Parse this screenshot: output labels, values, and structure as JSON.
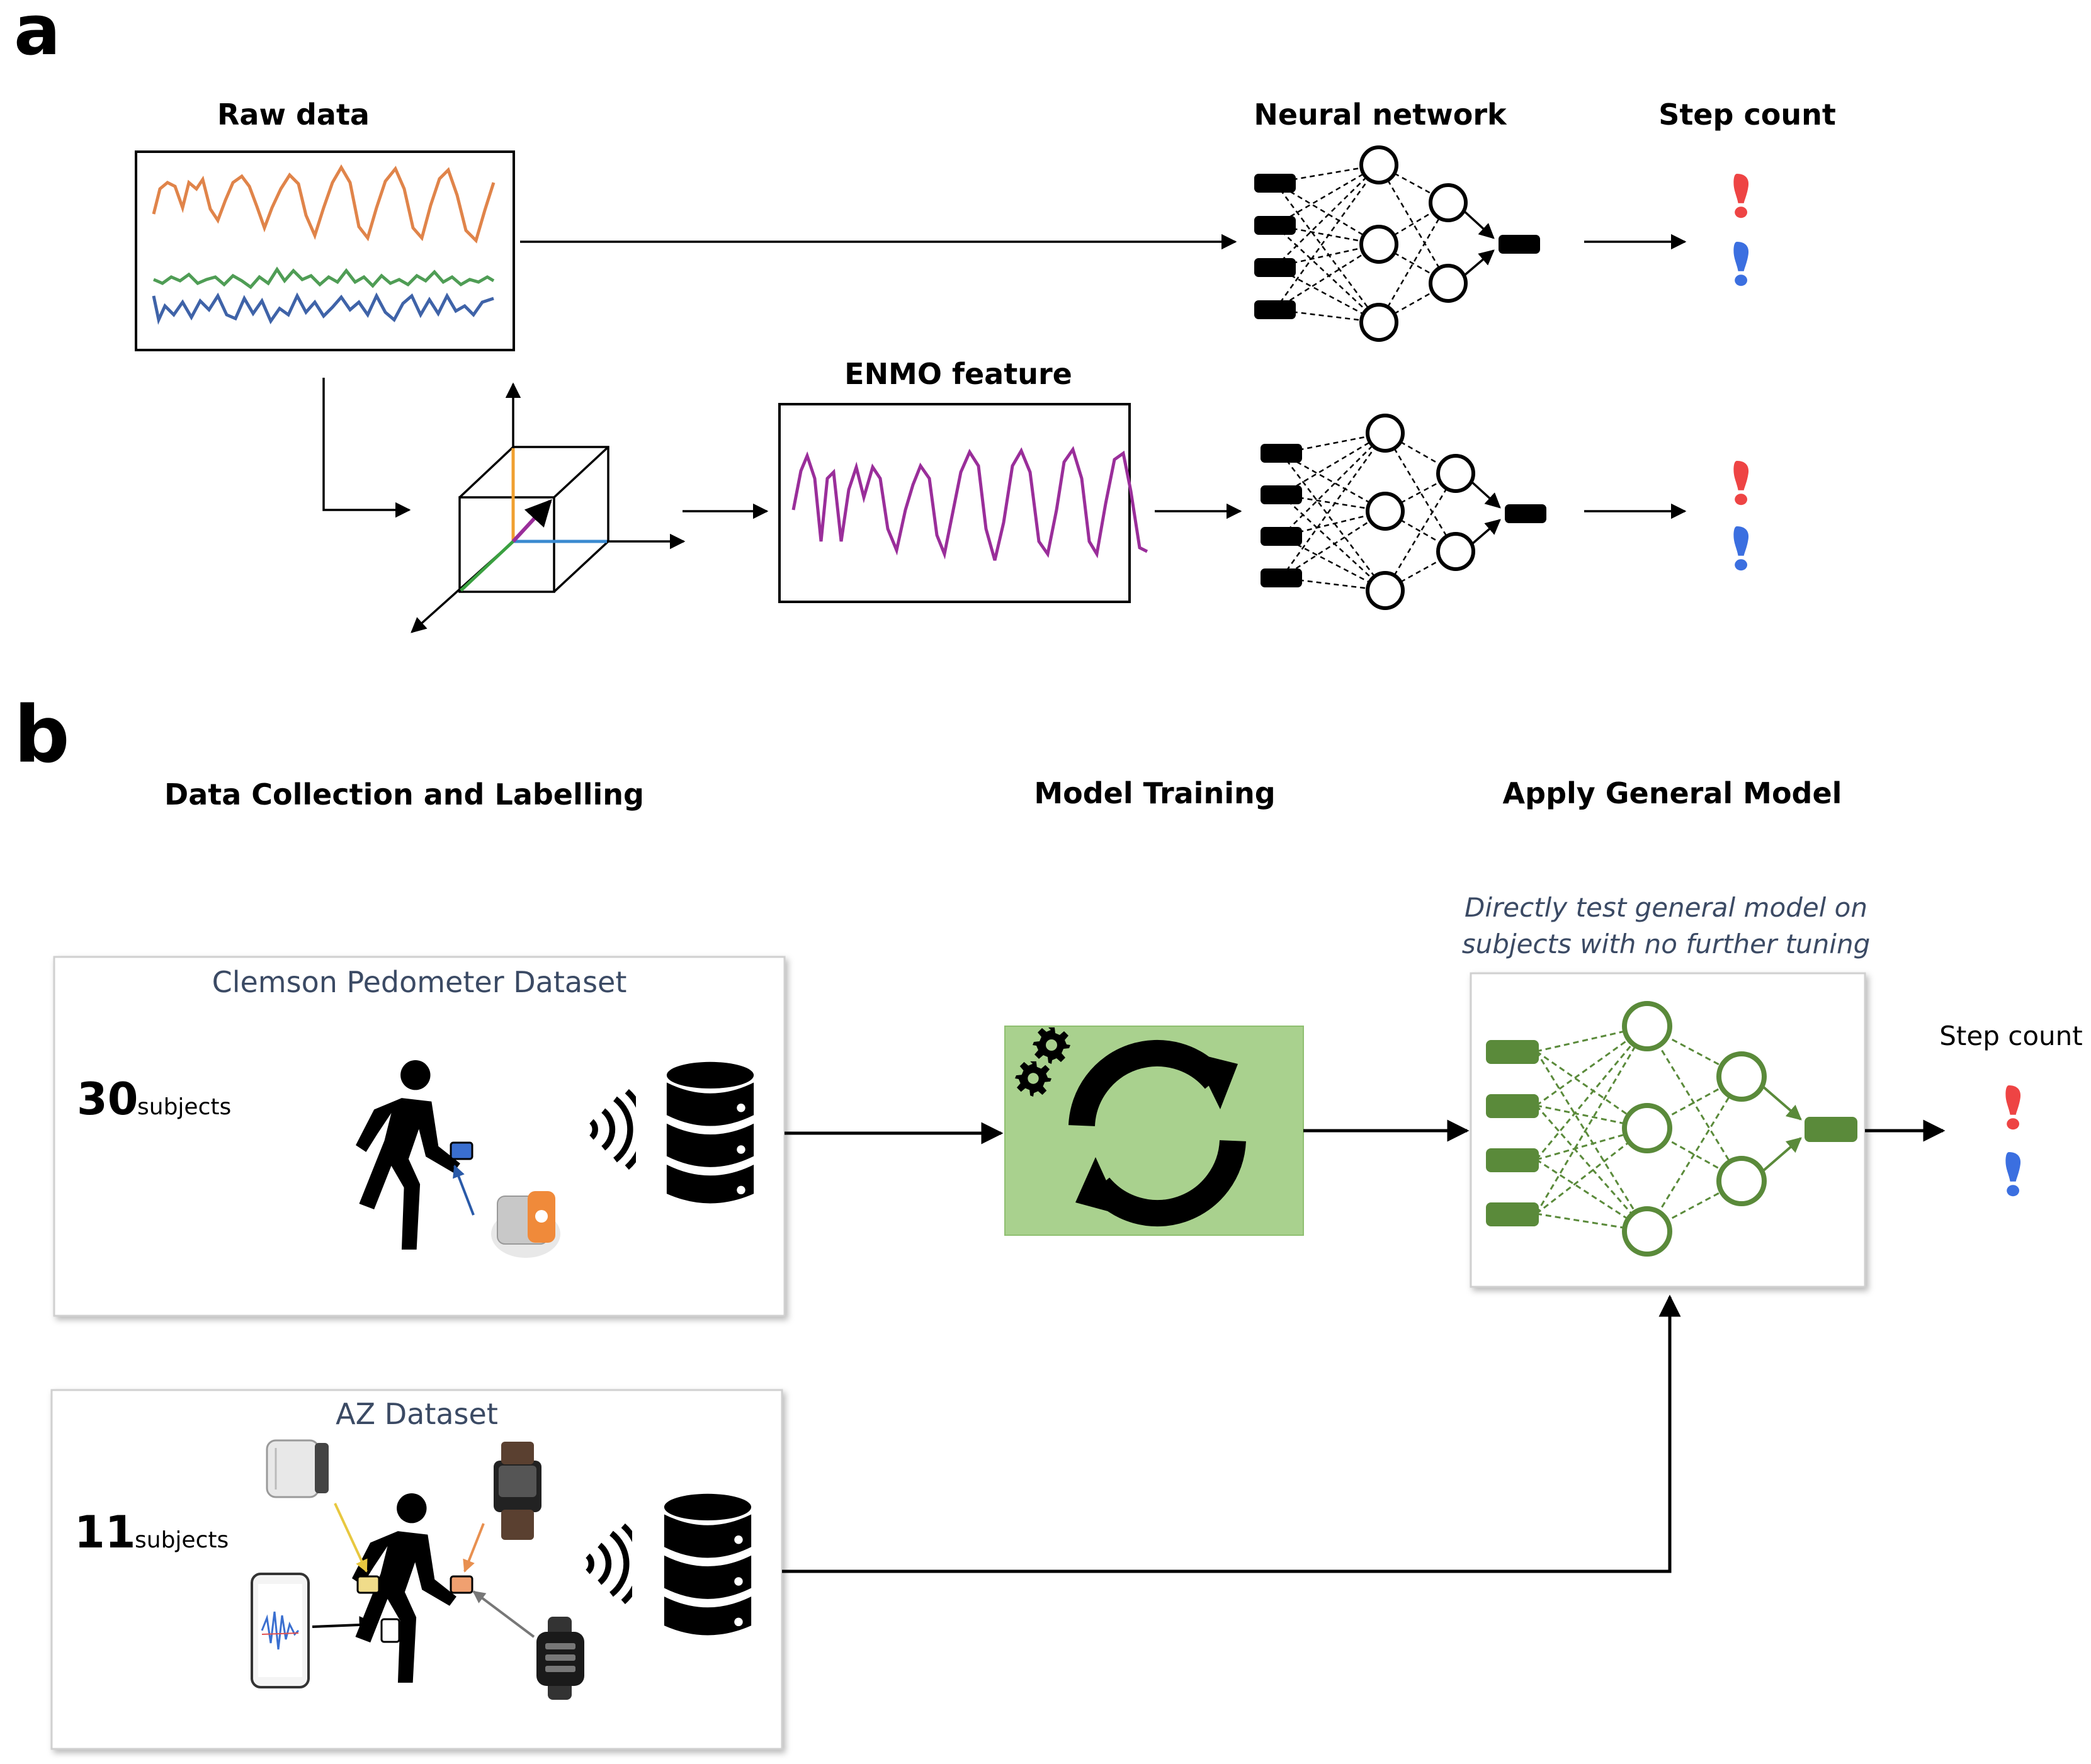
{
  "panel_a": {
    "letter": "a",
    "raw_data_title": "Raw data",
    "enmo_title": "ENMO feature",
    "nn_title": "Neural network",
    "step_title": "Step count"
  },
  "panel_b": {
    "letter": "b",
    "col_collect": "Data Collection and Labelling",
    "col_train": "Model Training",
    "col_apply": "Apply General Model",
    "clemson": {
      "title": "Clemson Pedometer Dataset",
      "count": "30",
      "unit": "subjects"
    },
    "az": {
      "title": "AZ Dataset",
      "count": "11",
      "unit": "subjects"
    },
    "apply_note_line1": "Directly test general model on",
    "apply_note_line2": "subjects with no further tuning",
    "step_title": "Step count"
  },
  "colors": {
    "orange_signal": "#e0844a",
    "green_signal": "#4f9d55",
    "blue_signal": "#3f63a8",
    "purple_signal": "#9a2e9a",
    "footprint_red": "#ee4444",
    "footprint_blue": "#3b6fe0",
    "model_green": "#5a8a3a",
    "train_box_fill": "#a9d18e",
    "dataset_title": "#3b4a64"
  }
}
